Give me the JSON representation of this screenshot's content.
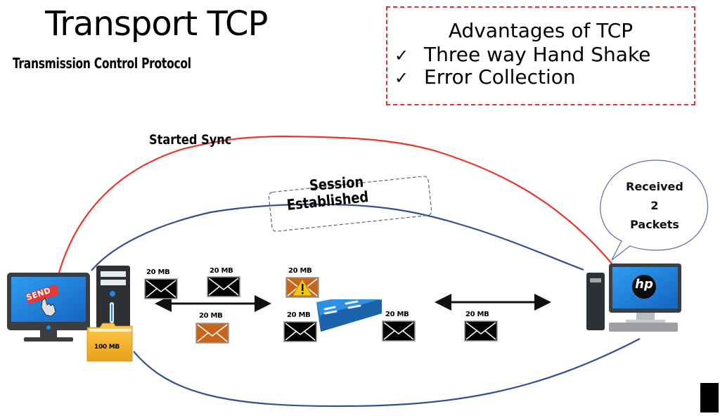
{
  "header": {
    "title": "Transport TCP",
    "subtitle": "Transmission Control Protocol"
  },
  "advantages": {
    "title": "Advantages of TCP",
    "items": [
      {
        "check": "✓",
        "label": "Three way Hand Shake"
      },
      {
        "check": "✓",
        "label": "Error Collection"
      }
    ],
    "border_color": "#e0303a"
  },
  "diagram": {
    "sync_label": "Started Sync",
    "session_label_line1": "Session",
    "session_label_line2": "Established",
    "sender": {
      "send_button": "SEND",
      "folder_label": "100 MB"
    },
    "receiver": {
      "logo": "hp",
      "bubble_line1": "Received",
      "bubble_line2": "2",
      "bubble_line3": "Packets"
    },
    "packets": [
      {
        "label": "20 MB",
        "state": "normal"
      },
      {
        "label": "20 MB",
        "state": "normal"
      },
      {
        "label": "20 MB",
        "state": "error"
      },
      {
        "label": "20 MB",
        "state": "resent"
      },
      {
        "label": "20 MB",
        "state": "normal"
      },
      {
        "label": "20 MB",
        "state": "normal"
      },
      {
        "label": "20 MB",
        "state": "normal"
      }
    ],
    "colors": {
      "sync_line": "#e8372a",
      "session_line": "#34508f",
      "error_packet": "#c9651a",
      "screen_blue": "#1e88e5",
      "switch_blue": "#2a86d8"
    }
  }
}
